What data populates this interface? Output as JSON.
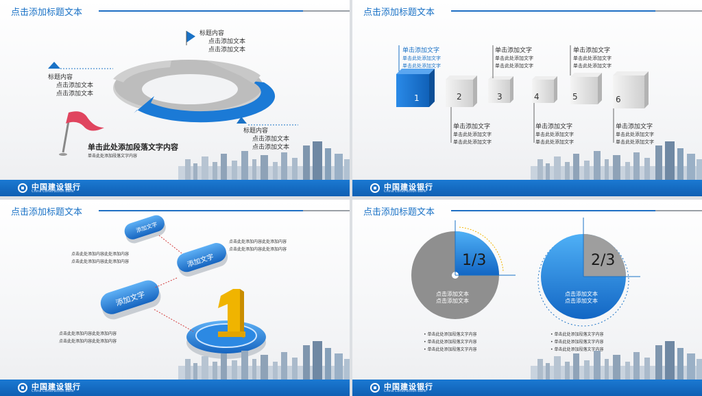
{
  "bank": {
    "name_cn": "中国建设银行",
    "name_en": "China Construction Bank"
  },
  "slide1": {
    "title": "点击添加标题文本",
    "top_label": {
      "heading": "标题内容",
      "line1": "点击添加文本",
      "line2": "点击添加文本"
    },
    "left_label": {
      "heading": "标题内容",
      "line1": "点击添加文本",
      "line2": "点击添加文本"
    },
    "right_label": {
      "heading": "标题内容",
      "line1": "点击添加文本",
      "line2": "点击添加文本"
    },
    "main_text": "单击此处添加段落文字内容",
    "sub_text": "单击此处添加段落文字内容"
  },
  "slide2": {
    "title": "点击添加标题文本",
    "cubes": [
      "1",
      "2",
      "3",
      "4",
      "5",
      "6"
    ],
    "top_labels": [
      {
        "heading": "单击添加文字",
        "line1": "单击此处添加文字",
        "line2": "单击此处添加文字"
      },
      {
        "heading": "单击添加文字",
        "line1": "单击此处添加文字",
        "line2": "单击此处添加文字"
      },
      {
        "heading": "单击添加文字",
        "line1": "单击此处添加文字",
        "line2": "单击此处添加文字"
      }
    ],
    "bottom_labels": [
      {
        "heading": "单击添加文字",
        "line1": "单击此处添加文字",
        "line2": "单击此处添加文字"
      },
      {
        "heading": "单击添加文字",
        "line1": "单击此处添加文字",
        "line2": "单击此处添加文字"
      },
      {
        "heading": "单击添加文字",
        "line1": "单击此处添加文字",
        "line2": "单击此处添加文字"
      }
    ]
  },
  "slide3": {
    "title": "点击添加标题文本",
    "pills": [
      "添加文字",
      "添加文字",
      "添加文字"
    ],
    "number": "1",
    "text_a": {
      "line1": "点击此处添加内容此处添加内容",
      "line2": "点击此处添加内容此处添加内容"
    },
    "text_b": {
      "line1": "点击此处添加内容此处添加内容",
      "line2": "点击此处添加内容此处添加内容"
    },
    "text_c": {
      "line1": "点击此处添加内容此处添加内容",
      "line2": "点击此处添加内容此处添加内容"
    }
  },
  "slide4": {
    "title": "点击添加标题文本",
    "pie1": {
      "fraction": "1/3",
      "line1": "点击添加文本",
      "line2": "点击添加文本",
      "bullets": [
        "单击此处添加段落文字内容",
        "单击此处添加段落文字内容",
        "单击此处添加段落文字内容"
      ]
    },
    "pie2": {
      "fraction": "2/3",
      "line1": "点击添加文本",
      "line2": "点击添加文本",
      "bullets": [
        "单击此处添加段落文字内容",
        "单击此处添加段落文字内容",
        "单击此处添加段落文字内容"
      ]
    }
  },
  "colors": {
    "primary": "#1a72c6",
    "footer": "#0f5fb3",
    "gray": "#9aa0a6"
  }
}
